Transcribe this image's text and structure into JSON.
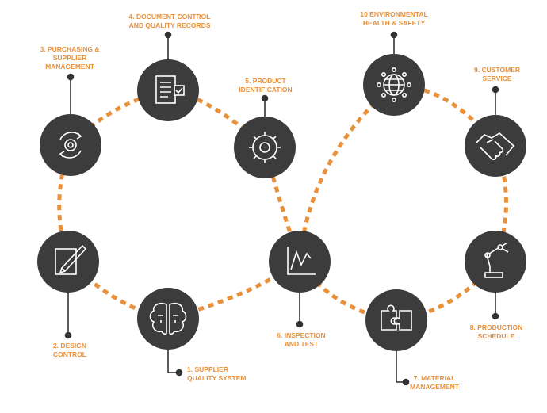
{
  "colors": {
    "accent": "#e8913a",
    "node": "#3d3c3c",
    "icon": "#ffffff",
    "connector": "#333333"
  },
  "nodes": [
    {
      "label_line1": "1. SUPPLIER",
      "label_line2": "QUALITY SYSTEM",
      "icon": "brain-icon"
    },
    {
      "label_line1": "2. DESIGN",
      "label_line2": "CONTROL",
      "icon": "pencil-icon"
    },
    {
      "label_line1": "3. PURCHASING &",
      "label_line2": "SUPPLIER",
      "label_line3": "MANAGEMENT",
      "icon": "cycle-icon"
    },
    {
      "label_line1": "4. DOCUMENT CONTROL",
      "label_line2": "AND QUALITY RECORDS",
      "icon": "document-icon"
    },
    {
      "label_line1": "5. PRODUCT",
      "label_line2": "IDENTIFICATION",
      "icon": "gear-icon"
    },
    {
      "label_line1": "6. INSPECTION",
      "label_line2": "AND TEST",
      "icon": "chart-icon"
    },
    {
      "label_line1": "7. MATERIAL",
      "label_line2": "MANAGEMENT",
      "icon": "puzzle-icon"
    },
    {
      "label_line1": "8. PRODUCTION",
      "label_line2": "SCHEDULE",
      "icon": "robot-arm-icon"
    },
    {
      "label_line1": "9. CUSTOMER",
      "label_line2": "SERVICE",
      "icon": "handshake-icon"
    },
    {
      "label_line1": "10 ENVIRONMENTAL",
      "label_line2": "HEALTH & SAFETY",
      "icon": "globe-network-icon"
    }
  ]
}
